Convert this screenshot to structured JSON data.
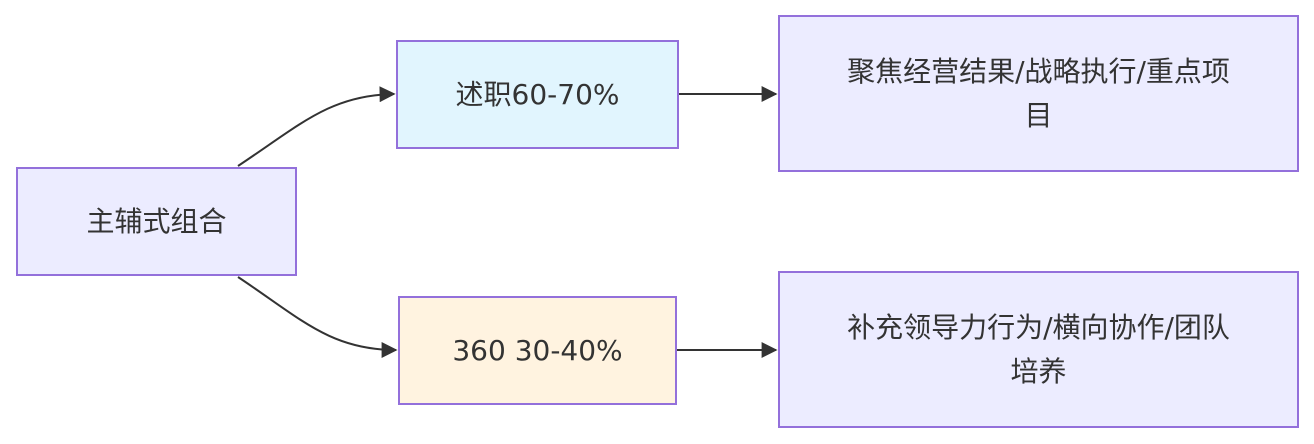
{
  "diagram": {
    "colors": {
      "node_default": "#ececff",
      "node_review": "#e1f5fe",
      "node_360": "#fff3e0",
      "border": "#9370db",
      "edge": "#333333",
      "text": "#333333"
    },
    "nodes": {
      "root": {
        "label": "主辅式组合"
      },
      "review": {
        "label": "述职60-70%"
      },
      "feedback360": {
        "label": "360 30-40%"
      },
      "review_focus": {
        "label": "聚焦经营结果/战略执行/重点项目"
      },
      "feedback360_focus": {
        "label": "补充领导力行为/横向协作/团队培养"
      }
    },
    "edges": [
      {
        "from": "root",
        "to": "review"
      },
      {
        "from": "root",
        "to": "feedback360"
      },
      {
        "from": "review",
        "to": "review_focus"
      },
      {
        "from": "feedback360",
        "to": "feedback360_focus"
      }
    ]
  }
}
